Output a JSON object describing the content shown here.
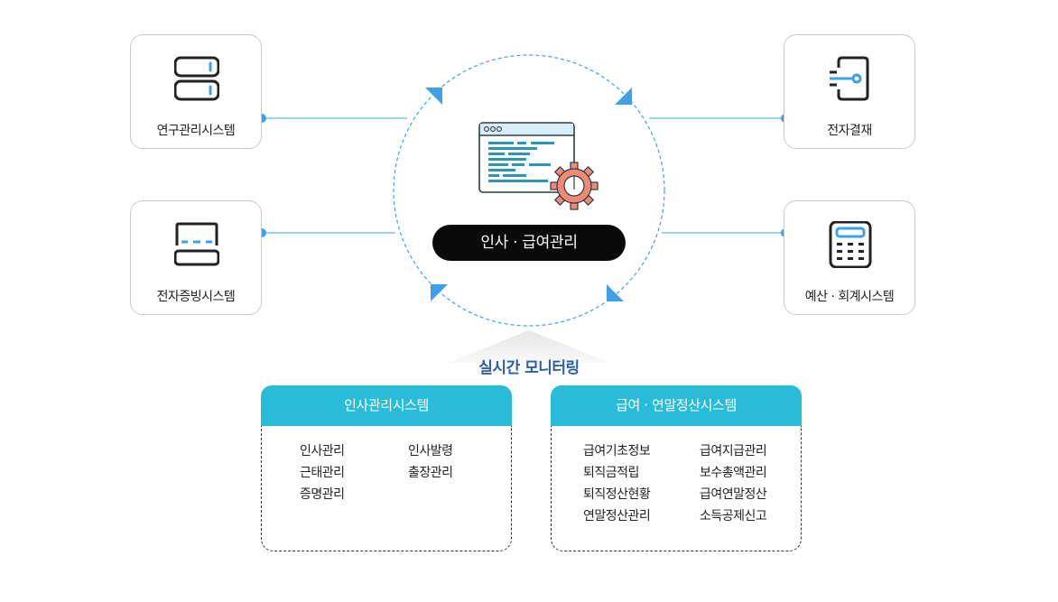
{
  "center": {
    "title": "인사 · 급여관리"
  },
  "nodes": {
    "research": {
      "label": "연구관리시스템",
      "icon": "server-icon"
    },
    "evidence": {
      "label": "전자증빙시스템",
      "icon": "scanner-icon"
    },
    "approval": {
      "label": "전자결재",
      "icon": "document-approval-icon"
    },
    "budget": {
      "label": "예산 · 회계시스템",
      "icon": "calculator-icon"
    }
  },
  "monitoring": {
    "label": "실시간 모니터링"
  },
  "systems": {
    "hr": {
      "title": "인사관리시스템",
      "col1": [
        "인사관리",
        "근태관리",
        "증명관리"
      ],
      "col2": [
        "인사발령",
        "출장관리"
      ]
    },
    "payroll": {
      "title": "급여 · 연말정산시스템",
      "col1": [
        "급여기초정보",
        "퇴직금적립",
        "퇴직정산현황",
        "연말정산관리"
      ],
      "col2": [
        "급여지급관리",
        "보수총액관리",
        "급여연말정산",
        "소득공제신고"
      ]
    }
  },
  "colors": {
    "accent": "#29bcd9",
    "connector": "#3ea0e8",
    "pill": "#0a0a0a",
    "gear": "#f08a72",
    "monitorText": "#2b5fa8"
  }
}
